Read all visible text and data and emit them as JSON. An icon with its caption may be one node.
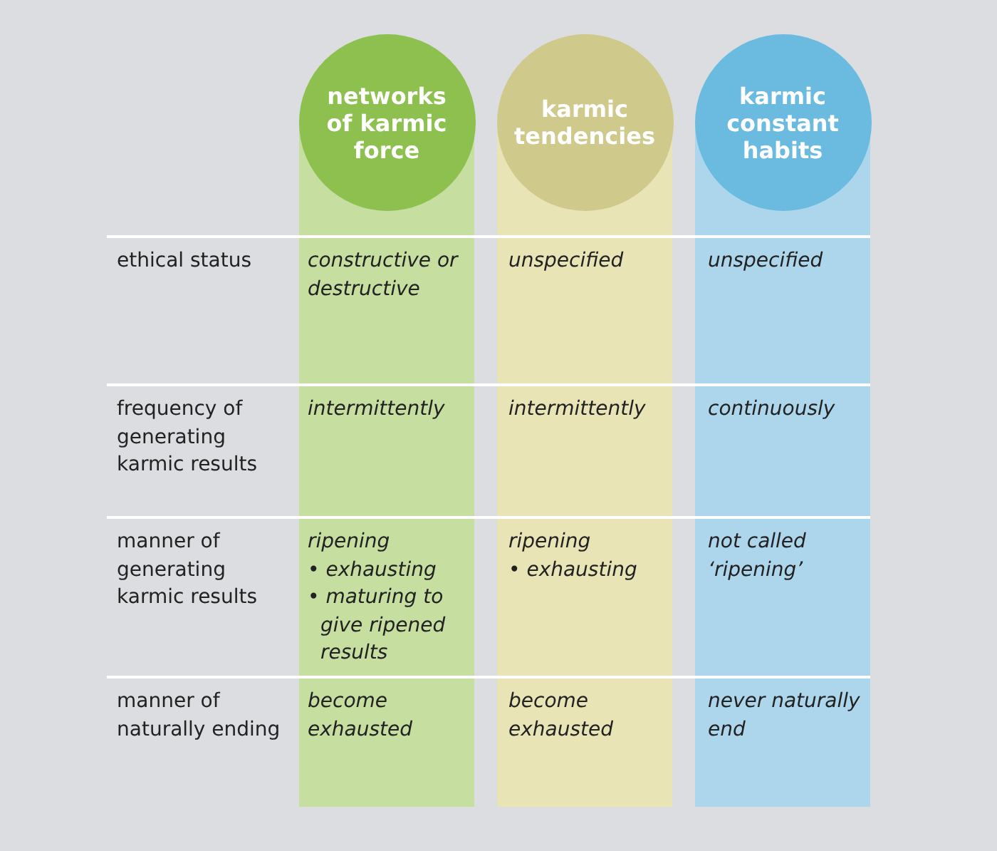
{
  "diagram": {
    "nodes": [
      {
        "text": [
          "networks of karmic force"
        ]
      },
      {
        "text": [
          "karmic tendencies"
        ]
      },
      {
        "text": [
          "karmic constant habits"
        ]
      }
    ],
    "labels": [
      "ethical status",
      "constructive or destructive",
      "unspecified",
      "unspecified",
      "frequency of generating karmic results",
      "intermittently",
      "intermittently",
      "continuously",
      "manner of generating karmic results",
      "ripening • exhausting • maturing to give ripened results",
      "ripening • exhausting",
      "not called ‘ripening’",
      "manner of naturally ending",
      "become exhausted",
      "become exhausted",
      "never naturally end"
    ]
  }
}
